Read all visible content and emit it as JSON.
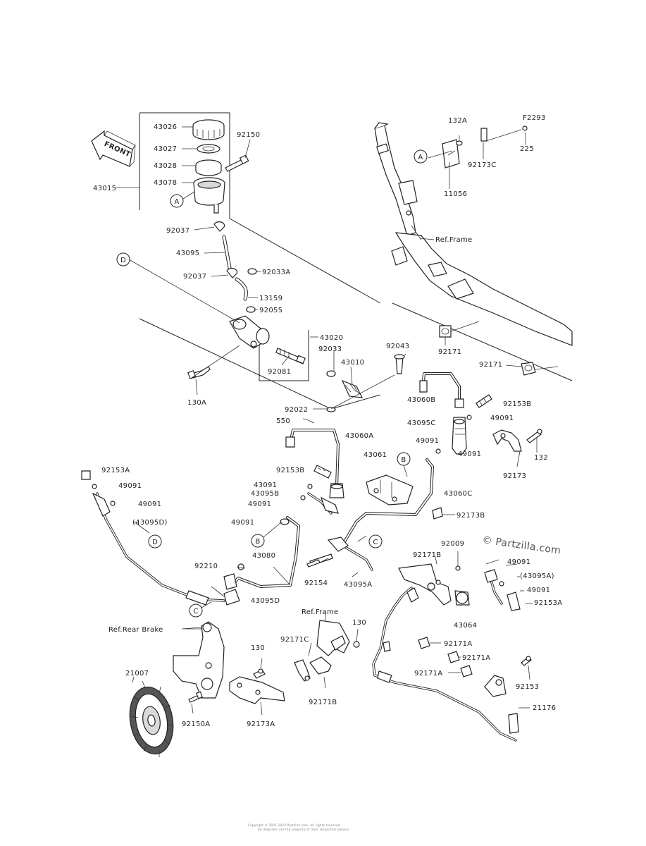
{
  "diagram_code": "F2293",
  "watermark": "© Partzilla.com",
  "front_arrow": "FRONT",
  "reference_labels": {
    "ref_frame_upper": "Ref.Frame",
    "ref_frame_lower": "Ref.Frame",
    "ref_rear_brake": "Ref.Rear Brake"
  },
  "callouts": {
    "A": "A",
    "B": "B",
    "C": "C",
    "D": "D"
  },
  "parts": {
    "p43026": "43026",
    "p43027": "43027",
    "p43028": "43028",
    "p43078": "43078",
    "p43015": "43015",
    "p92150": "92150",
    "p92037_a": "92037",
    "p43095": "43095",
    "p92037_b": "92037",
    "p92033A": "92033A",
    "p13159": "13159",
    "p92055": "92055",
    "p43020": "43020",
    "p92033": "92033",
    "p43010": "43010",
    "p92081": "92081",
    "p130A": "130A",
    "p92022": "92022",
    "p550": "550",
    "p43060A": "43060A",
    "p92043": "92043",
    "p132A": "132A",
    "p225": "225",
    "p92173C": "92173C",
    "p11056": "11056",
    "p92171": "92171",
    "p92171_b": "92171",
    "p43060B": "43060B",
    "p92153B_a": "92153B",
    "p49091_a": "49091",
    "p43095C": "43095C",
    "p49091_b": "49091",
    "p49091_c": "49091",
    "p132": "132",
    "p92173": "92173",
    "p43061": "43061",
    "p43060C": "43060C",
    "p92173B": "92173B",
    "p92153A_a": "92153A",
    "p49091_d": "49091",
    "p49091_e": "49091",
    "p43095D_paren": "(43095D)",
    "p92153B_b": "92153B",
    "p43091": "43091",
    "p43095B": "43095B",
    "p49091_f": "49091",
    "p49091_g": "49091",
    "p43080": "43080",
    "p92210": "92210",
    "p43095D": "43095D",
    "p92154": "92154",
    "p43095A": "43095A",
    "p92171B_a": "92171B",
    "p92009": "92009",
    "p49091_h": "49091",
    "p43095A_paren": "(43095A)",
    "p49091_i": "49091",
    "p92153A_b": "92153A",
    "p43064": "43064",
    "p130": "130",
    "p92171C": "92171C",
    "p92171B_b": "92171B",
    "p130_b": "130",
    "p21007": "21007",
    "p92150A": "92150A",
    "p92173A": "92173A",
    "p92171A_a": "92171A",
    "p92171A_b": "92171A",
    "p92171A_c": "92171A",
    "p92153": "92153",
    "p21176": "21176"
  },
  "footer_line_1": "Copyright © 2021-2024 Partzilla.com. All rights reserved.",
  "footer_line_2": "All diagrams are the property of their respective owners."
}
